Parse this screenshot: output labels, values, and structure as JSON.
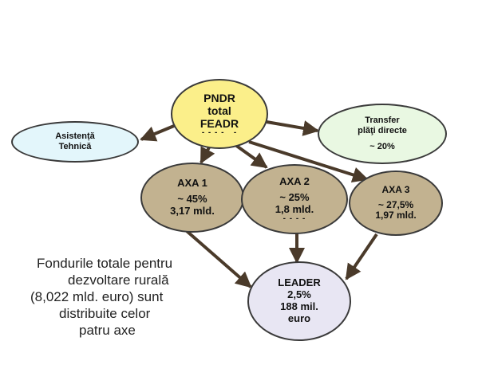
{
  "nodes": {
    "pndr": {
      "lines": [
        "PNDR",
        "total",
        "FEADR"
      ]
    },
    "asistenta": {
      "lines": [
        "Asistență",
        "Tehnică"
      ]
    },
    "transfer": {
      "lines": [
        "Transfer",
        "plăţi directe",
        "~ 20%"
      ]
    },
    "axa1": {
      "lines": [
        "AXA 1",
        "~ 45%",
        "3,17 mld."
      ]
    },
    "axa2": {
      "lines": [
        "AXA 2",
        "~ 25%",
        "1,8 mld."
      ]
    },
    "axa3": {
      "lines": [
        "AXA 3",
        "~ 27,5%",
        "1,97 mld."
      ]
    },
    "leader": {
      "lines": [
        "LEADER",
        "2,5%",
        "188 mil.",
        "euro"
      ]
    }
  },
  "caption": {
    "lines": [
      "Fondurile totale pentru",
      "dezvoltare rurală",
      "(8,022 mld. euro) sunt",
      "distribuite celor",
      "patru axe"
    ]
  },
  "colors": {
    "pndr": "#fbef8a",
    "asistenta": "#e3f6fb",
    "transfer": "#e9f8e2",
    "axa": "#c2b290",
    "leader": "#e8e6f3",
    "arrow": "#4a3a2a"
  },
  "edges": [
    {
      "from": "PNDR",
      "to": "Asistență Tehnică"
    },
    {
      "from": "PNDR",
      "to": "Transfer plăţi directe"
    },
    {
      "from": "PNDR",
      "to": "AXA 1"
    },
    {
      "from": "PNDR",
      "to": "AXA 2"
    },
    {
      "from": "PNDR",
      "to": "AXA 3"
    },
    {
      "from": "AXA 1",
      "to": "LEADER"
    },
    {
      "from": "AXA 2",
      "to": "LEADER"
    },
    {
      "from": "AXA 3",
      "to": "LEADER"
    }
  ]
}
